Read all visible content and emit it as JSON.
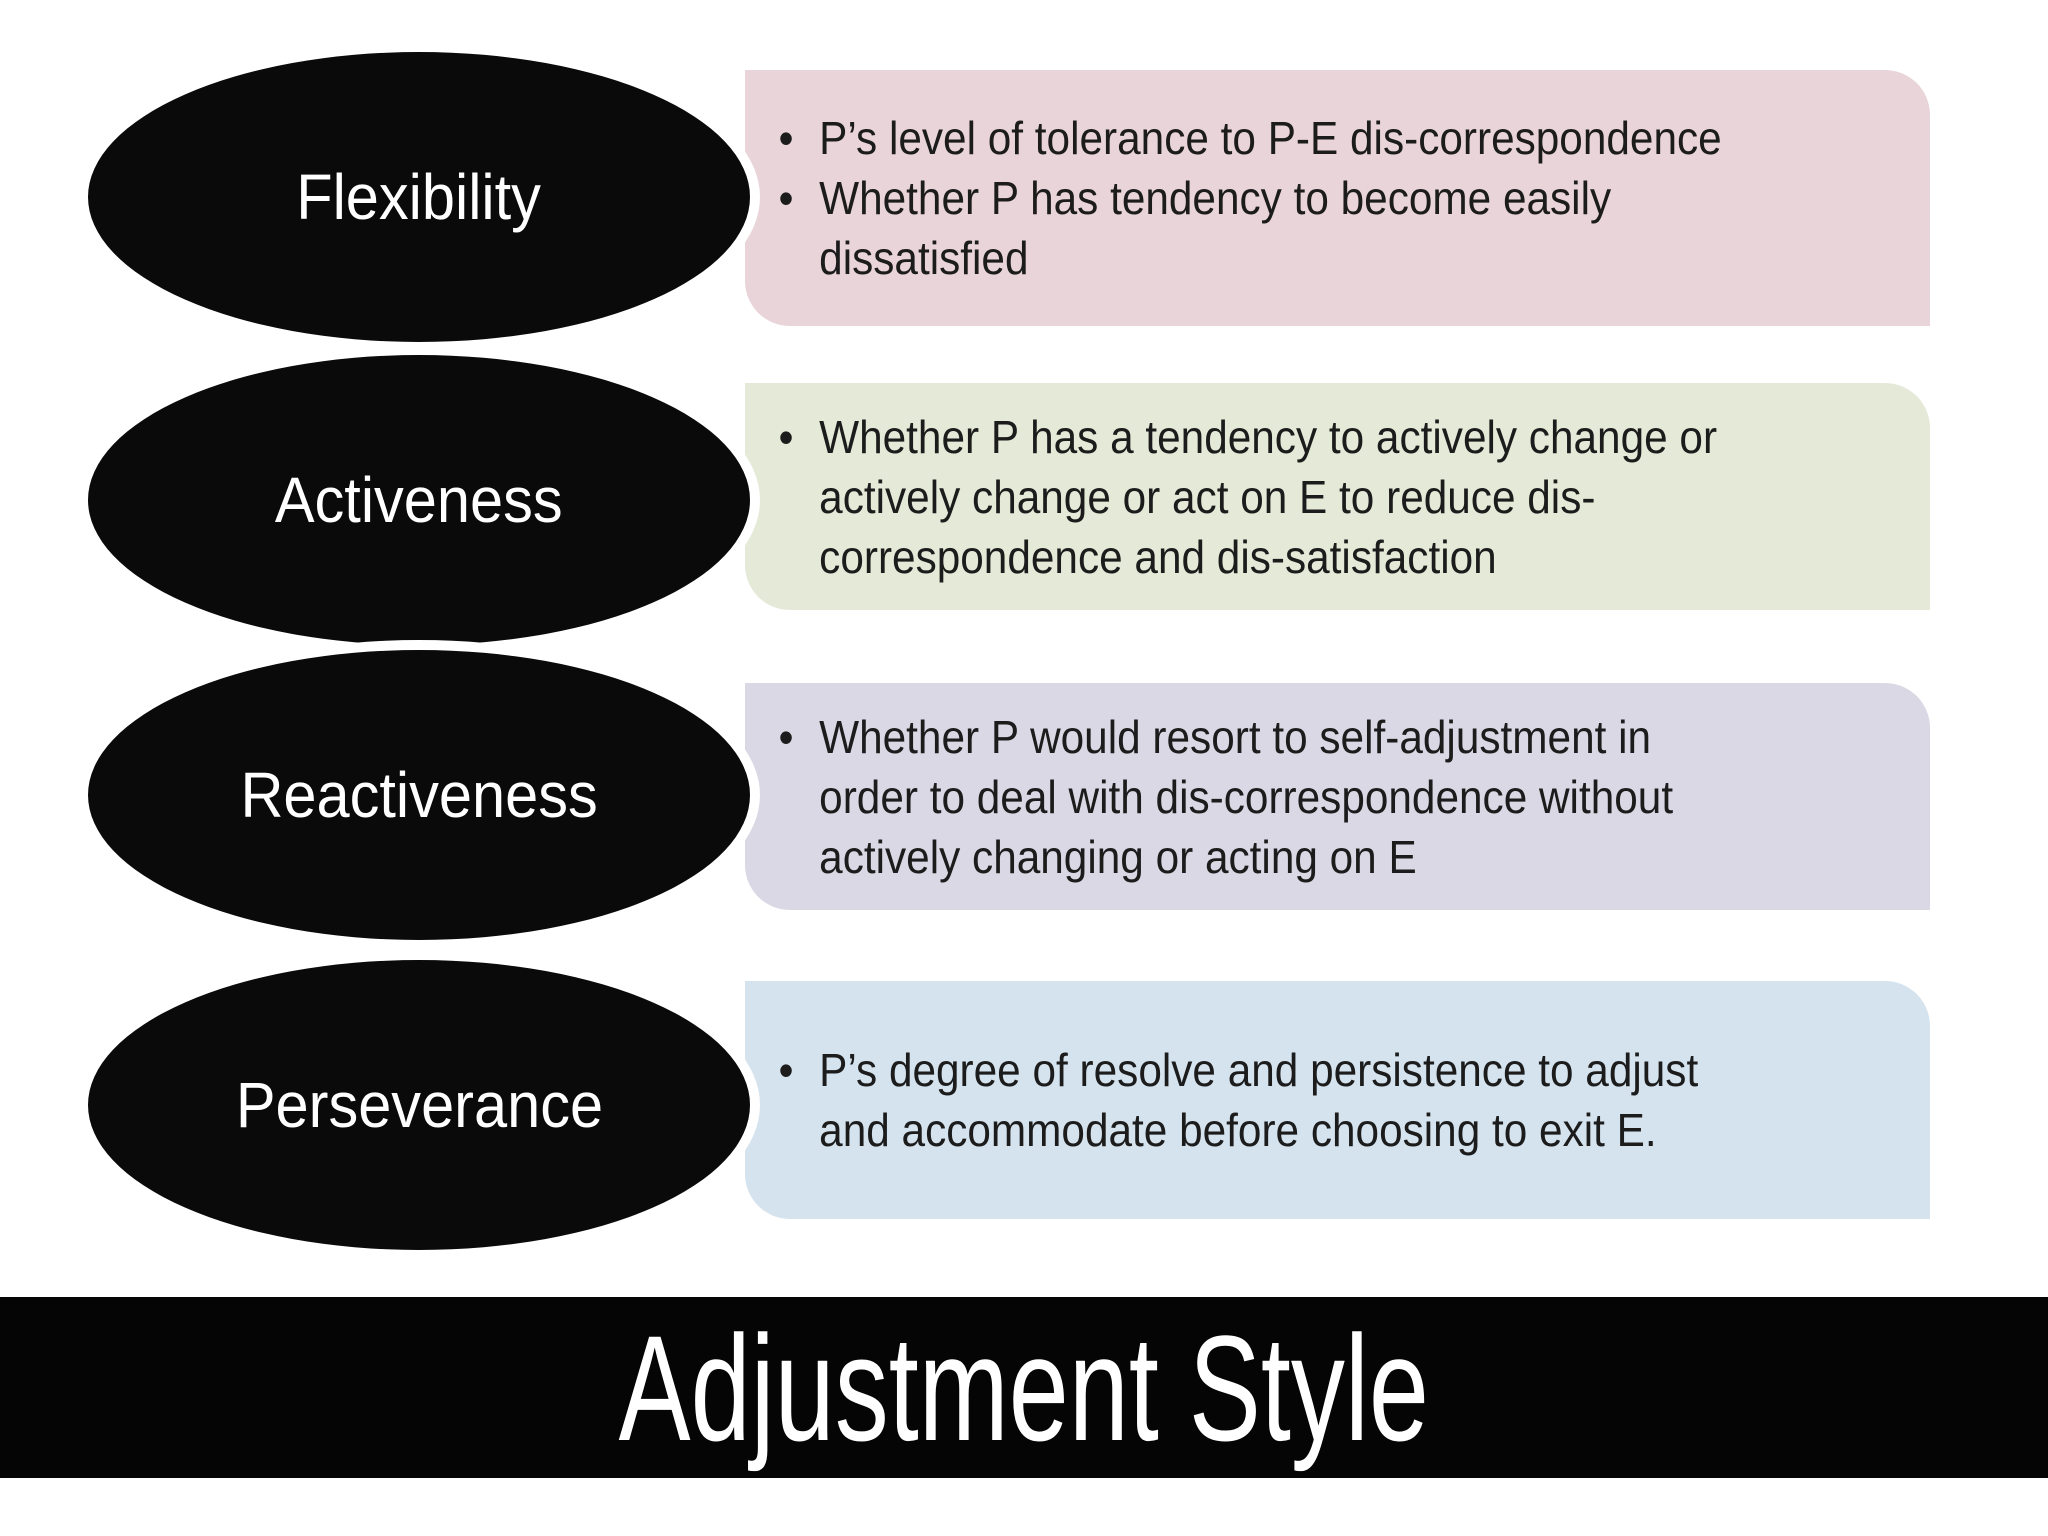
{
  "slide": {
    "banner": {
      "title": "Adjustment Style"
    },
    "rows": [
      {
        "label": "Flexibility",
        "box_color": "#e8d4d9",
        "bullets": [
          "P’s level of tolerance to P-E dis-correspondence",
          "Whether P has tendency to become easily\ndissatisfied"
        ]
      },
      {
        "label": "Activeness",
        "box_color": "#e5e9d8",
        "bullets": [
          "Whether P has a tendency to actively change or\nactively change or act on E to reduce dis-\ncorrespondence and dis-satisfaction"
        ]
      },
      {
        "label": "Reactiveness",
        "box_color": "#d9d8e4",
        "bullets": [
          "Whether P would resort to self-adjustment in\norder to deal with dis-correspondence without\nactively changing or acting on E"
        ]
      },
      {
        "label": "Perseverance",
        "box_color": "#d5e3ee",
        "bullets": [
          "P’s degree of resolve and persistence to adjust\nand accommodate before choosing to exit E."
        ]
      }
    ],
    "colors": {
      "ellipse_fill": "#0a0a0a",
      "ellipse_halo": "#ffffff",
      "ellipse_text": "#ffffff",
      "banner_bg": "#050505",
      "banner_text": "#ffffff",
      "body_text": "#1c1c1c",
      "background": "#ffffff"
    }
  }
}
